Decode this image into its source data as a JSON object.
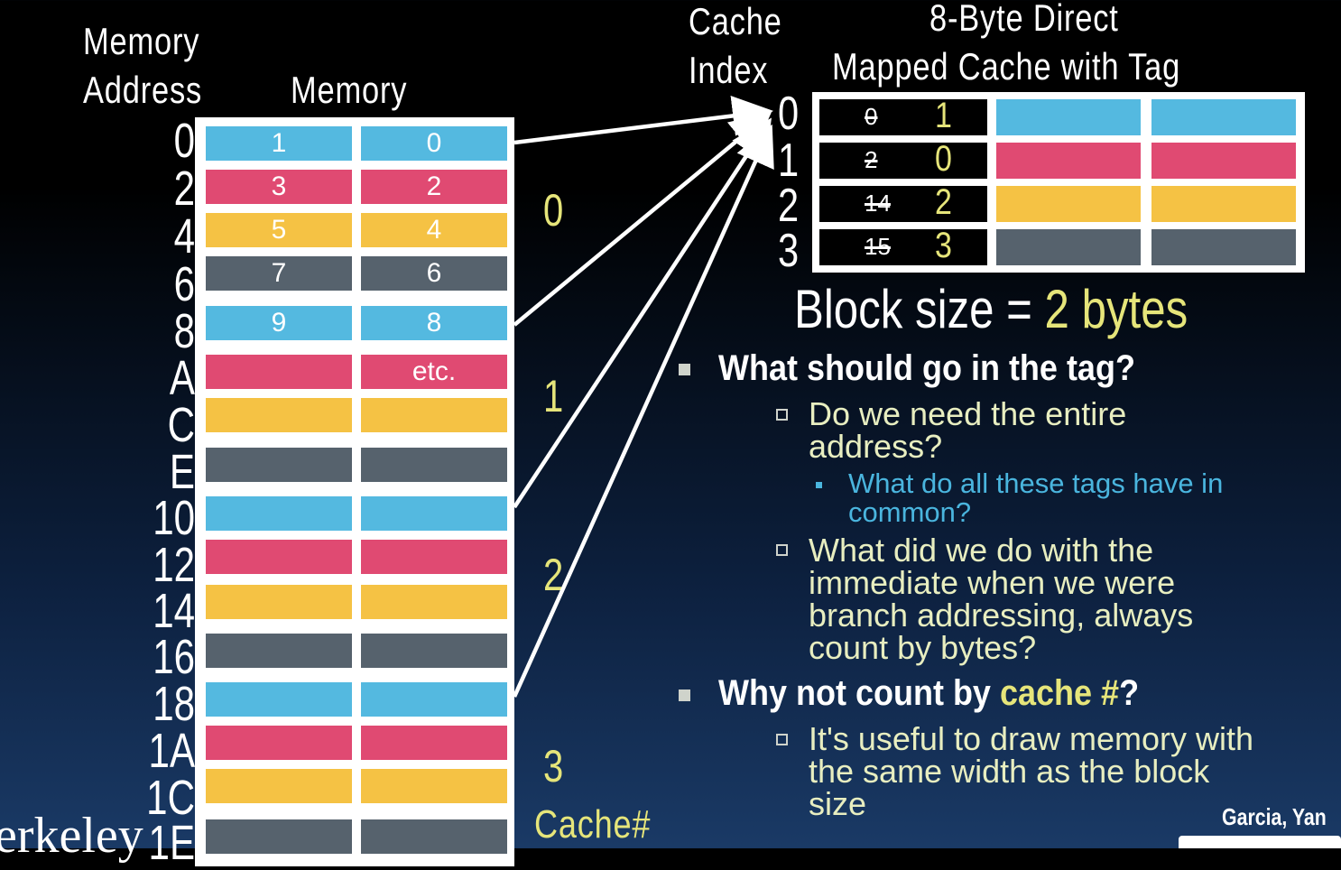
{
  "headers": {
    "memory_address": [
      "Memory",
      "Address"
    ],
    "memory": "Memory",
    "cache_index": [
      "Cache",
      "Index"
    ],
    "cache_title": [
      "8-Byte Direct",
      "Mapped Cache with Tag"
    ]
  },
  "addresses": [
    "0",
    "2",
    "4",
    "6",
    "8",
    "A",
    "C",
    "E",
    "10",
    "12",
    "14",
    "16",
    "18",
    "1A",
    "1C",
    "1E"
  ],
  "memory_labels": {
    "left": [
      "1",
      "3",
      "5",
      "7",
      "9"
    ],
    "right": [
      "0",
      "2",
      "4",
      "6",
      "8",
      "etc."
    ]
  },
  "colors": {
    "blue": "#54b9e0",
    "red": "#e04a72",
    "yellow": "#f5c244",
    "gray": "#56626d",
    "accent_yellow": "#e6e57a",
    "subtext": "#4ab5de"
  },
  "block_colors": [
    "blue",
    "red",
    "yellow",
    "gray"
  ],
  "cache_numbers": [
    "0",
    "1",
    "2",
    "3"
  ],
  "cache_number_label": "Cache#",
  "cache": {
    "indices": [
      "0",
      "1",
      "2",
      "3"
    ],
    "old_tags": [
      "0",
      "2",
      "14",
      "15"
    ],
    "new_tags": [
      "1",
      "0",
      "2",
      "3"
    ]
  },
  "block_size": {
    "prefix": "Block size = ",
    "value": "2 bytes"
  },
  "bullets": {
    "q1": "What should go in the tag?",
    "q1_sub1": [
      "Do we need the entire",
      "address?"
    ],
    "q1_sub1_sub": [
      "What do all these tags have in",
      "common?"
    ],
    "q1_sub2": [
      "What did we do with the",
      "immediate when we were",
      "branch addressing, always",
      "count by bytes?"
    ],
    "q2_prefix": "Why not count by ",
    "q2_highlight": "cache #",
    "q2_suffix": "?",
    "q2_sub1": [
      "It's useful to draw memory with",
      "the same width as the block",
      "size"
    ]
  },
  "footer": {
    "credit": "Garcia, Yan",
    "logo_text": "erkeley"
  }
}
